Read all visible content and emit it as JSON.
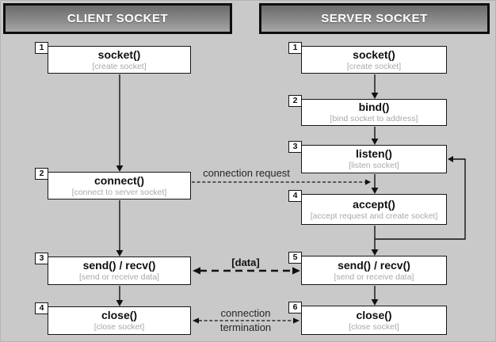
{
  "headers": {
    "client": "CLIENT SOCKET",
    "server": "SERVER SOCKET"
  },
  "client_steps": [
    {
      "num": "1",
      "title": "socket()",
      "subtitle": "[create socket]"
    },
    {
      "num": "2",
      "title": "connect()",
      "subtitle": "[connect to server socket]"
    },
    {
      "num": "3",
      "title": "send() / recv()",
      "subtitle": "[send or receive data]"
    },
    {
      "num": "4",
      "title": "close()",
      "subtitle": "[close socket]"
    }
  ],
  "server_steps": [
    {
      "num": "1",
      "title": "socket()",
      "subtitle": "[create socket]"
    },
    {
      "num": "2",
      "title": "bind()",
      "subtitle": "[bind socket to address]"
    },
    {
      "num": "3",
      "title": "listen()",
      "subtitle": "[listen socket]"
    },
    {
      "num": "4",
      "title": "accept()",
      "subtitle": "[accept request and create socket]"
    },
    {
      "num": "5",
      "title": "send() / recv()",
      "subtitle": "[send or receive data]"
    },
    {
      "num": "6",
      "title": "close()",
      "subtitle": "[close socket]"
    }
  ],
  "labels": {
    "connection_request": "connection request",
    "data": "[data]",
    "termination_line1": "connection",
    "termination_line2": "termination"
  },
  "colors": {
    "background": "#c9c9c9",
    "header_gradient_top": "#6b6b6b",
    "header_gradient_bottom": "#a7a7a7",
    "header_text": "#ffffff",
    "box_fill": "#ffffff",
    "box_border": "#161616",
    "subtitle_text": "#a9a9a9",
    "arrow": "#111111"
  }
}
